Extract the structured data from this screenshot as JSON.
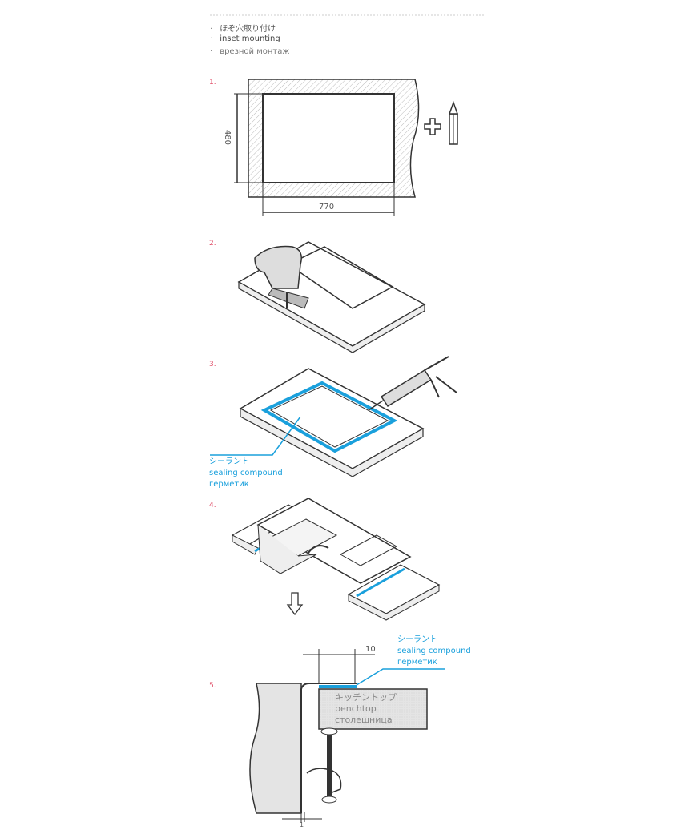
{
  "header": {
    "bullets": [
      "ほぞ穴取り付け",
      "inset mounting",
      "врезной монтаж"
    ]
  },
  "steps": {
    "s1": "1.",
    "s2": "2.",
    "s3": "3.",
    "s4": "4.",
    "s5": "5."
  },
  "step1": {
    "height_dim": "480",
    "width_dim": "770"
  },
  "sealant_label": [
    "シーラント",
    "sealing compound",
    "герметик"
  ],
  "step5": {
    "gap_dim": "10",
    "thickness_dim": "1",
    "sealant_label": [
      "シーラント",
      "sealing compound",
      "герметик"
    ],
    "benchtop_label": [
      "キッチントップ",
      "benchtop",
      "столешница"
    ]
  },
  "colors": {
    "accent_red": "#e0506a",
    "sealant_blue": "#1aa0dc"
  }
}
